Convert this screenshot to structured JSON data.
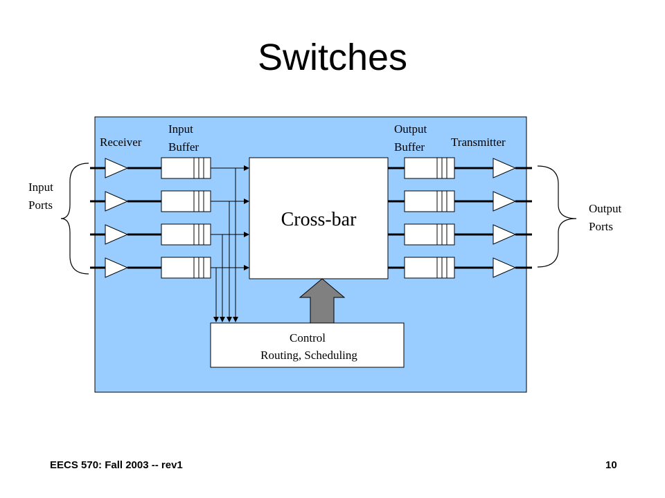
{
  "slide": {
    "title": "Switches",
    "footer": "EECS 570: Fall 2003 -- rev1",
    "page_number": "10"
  },
  "diagram": {
    "labels": {
      "receiver": "Receiver",
      "input_buffer_1": "Input",
      "input_buffer_2": "Buffer",
      "output_buffer_1": "Output",
      "output_buffer_2": "Buffer",
      "transmitter": "Transmitter",
      "input_ports_1": "Input",
      "input_ports_2": "Ports",
      "output_ports_1": "Output",
      "output_ports_2": "Ports",
      "crossbar": "Cross-bar",
      "control_1": "Control",
      "control_2": "Routing, Scheduling"
    },
    "port_count": 4,
    "colors": {
      "panel": "#99CCFF",
      "box": "#FFFFFF",
      "line": "#000000",
      "arrow": "#808080"
    }
  }
}
